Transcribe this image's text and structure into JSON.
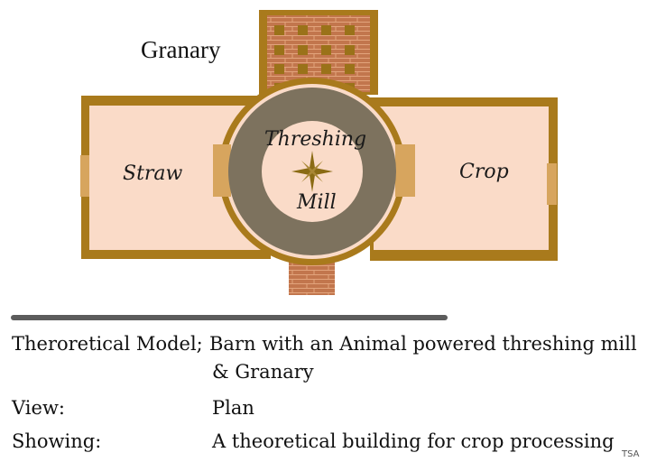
{
  "diagram": {
    "granary_label": "Granary",
    "rooms": {
      "straw": "Straw",
      "crop": "Crop",
      "threshing": "Threshing",
      "mill": "Mill"
    },
    "colors": {
      "wall": "#a97a1c",
      "floor": "#fadbc8",
      "mill_ring": "#7d725e",
      "brick": "#c2764d",
      "grain_cell": "#9a7219",
      "door": "#d7a55e",
      "center_star": "#8a6b14"
    }
  },
  "caption": {
    "model_label": "Theroretical Model;",
    "model_value_line1": "Barn with an Animal powered threshing mill",
    "model_value_line2": "& Granary",
    "view_label": "View:",
    "view_value": "Plan",
    "showing_label": "Showing:",
    "showing_value": "A theoretical building for crop processing"
  },
  "credit": "TSA"
}
